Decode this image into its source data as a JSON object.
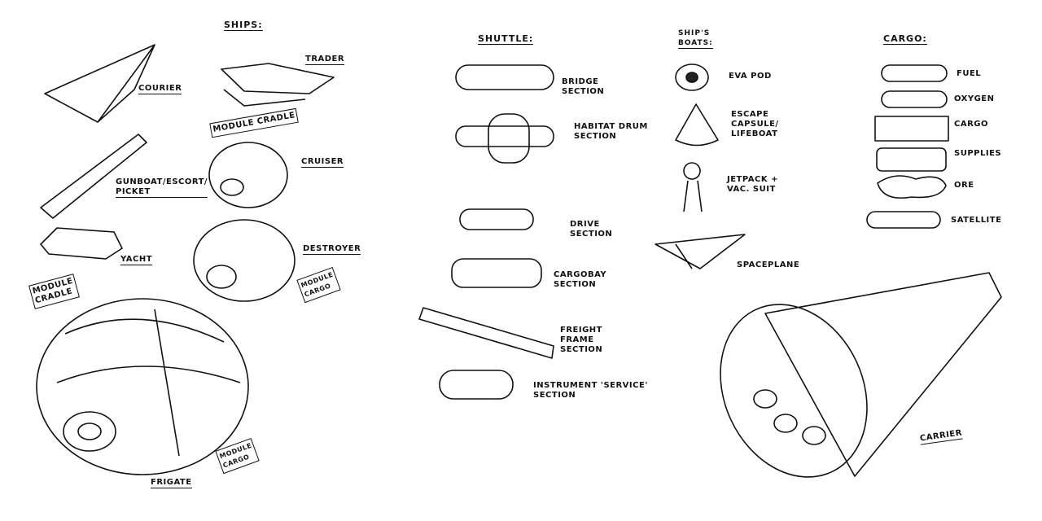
{
  "sections": {
    "ships": {
      "heading": "SHIPS:",
      "items": {
        "courier": "COURIER",
        "trader": "TRADER",
        "trader_cradle": "MODULE CRADLE",
        "cruiser": "CRUISER",
        "gunboat": "GUNBOAT/ESCORT/\nPICKET",
        "yacht": "YACHT",
        "yacht_cradle": "MODULE\nCRADLE",
        "destroyer": "DESTROYER",
        "destroyer_cargo": "MODULE\nCARGO",
        "frigate_cargo": "MODULE\nCARGO",
        "frigate": "FRIGATE"
      }
    },
    "shuttle": {
      "heading": "SHUTTLE:",
      "items": {
        "bridge": "BRIDGE\nSECTION",
        "habitat": "HABITAT DRUM\nSECTION",
        "drive": "DRIVE\nSECTION",
        "cargobay": "CARGOBAY\nSECTION",
        "freight": "FREIGHT\nFRAME\nSECTION",
        "instrument": "INSTRUMENT 'SERVICE'\nSECTION"
      }
    },
    "boats": {
      "heading": "SHIP'S\nBOATS:",
      "items": {
        "eva": "EVA POD",
        "capsule": "ESCAPE\nCAPSULE/\nLIFEBOAT",
        "jetpack": "JETPACK +\nVAC. SUIT",
        "spaceplane": "SPACEPLANE"
      }
    },
    "cargo": {
      "heading": "CARGO:",
      "items": {
        "fuel": "FUEL",
        "oxygen": "OXYGEN",
        "cargo": "CARGO",
        "supplies": "SUPPLIES",
        "ore": "ORE",
        "satellite": "SATELLITE"
      }
    },
    "carrier": "CARRIER"
  }
}
